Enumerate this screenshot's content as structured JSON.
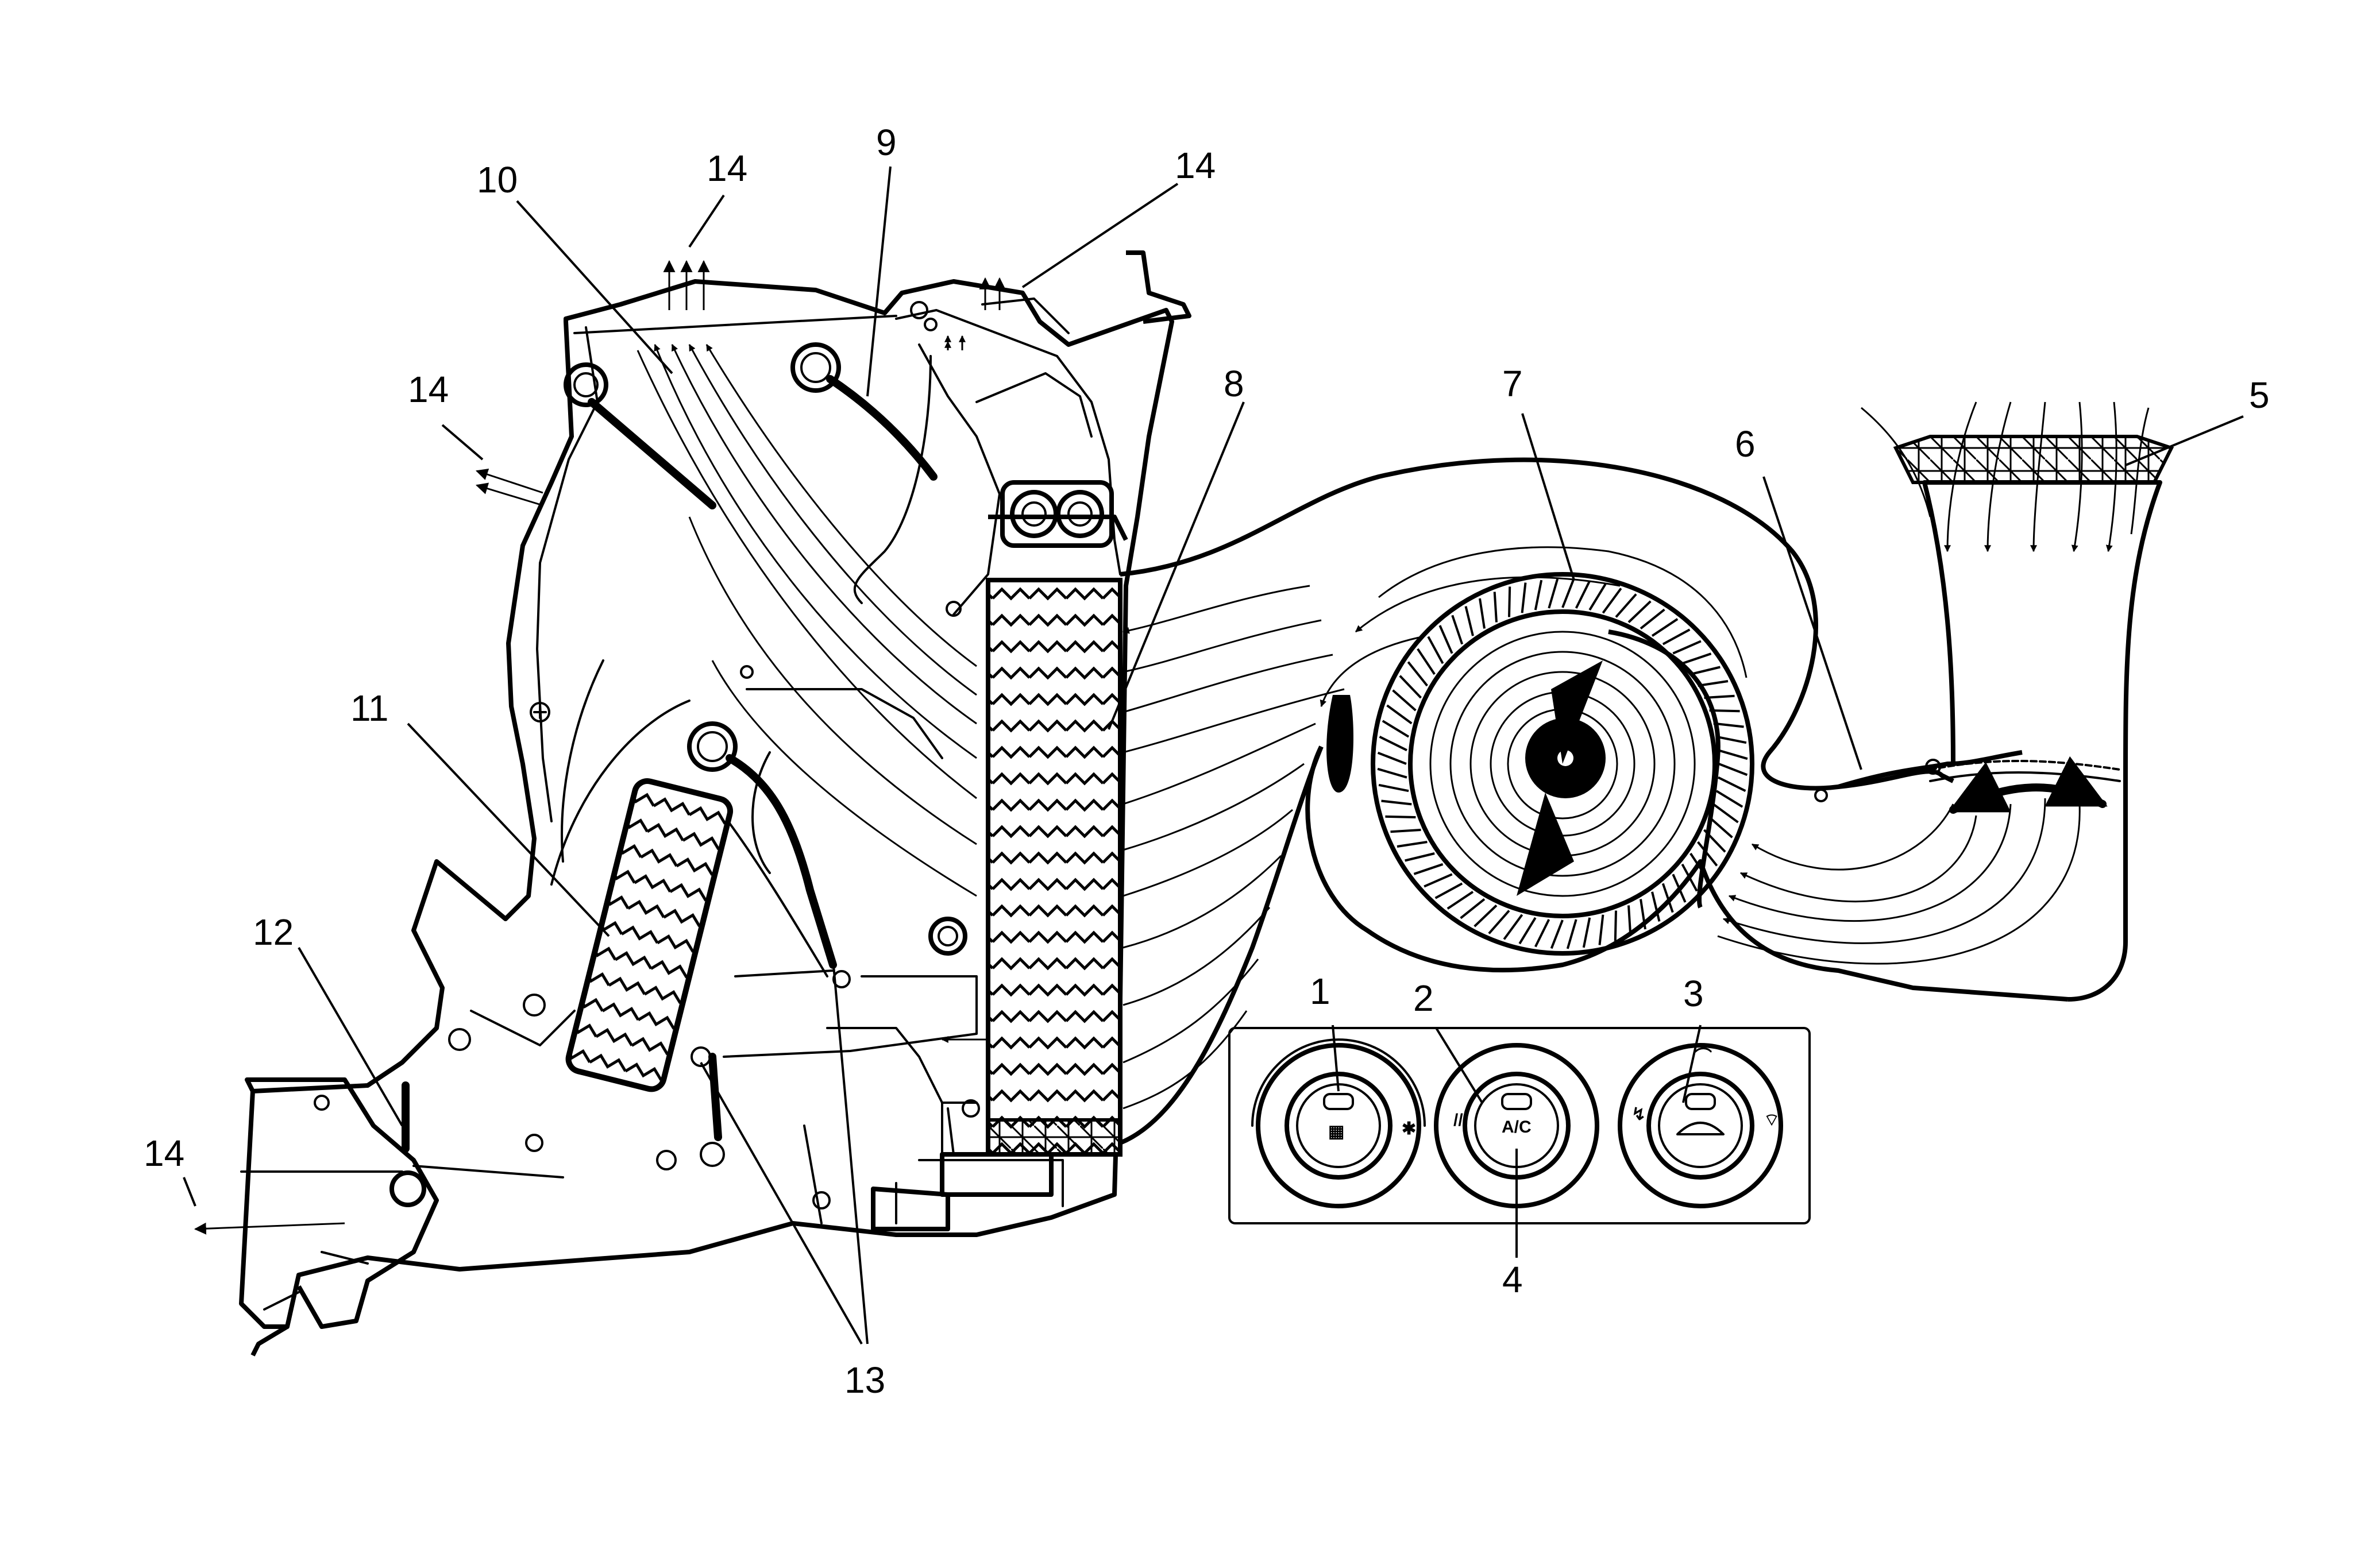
{
  "callouts": {
    "c1": "1",
    "c2": "2",
    "c3": "3",
    "c4": "4",
    "c5": "5",
    "c6": "6",
    "c7": "7",
    "c8": "8",
    "c9": "9",
    "c10": "10",
    "c11": "11",
    "c12": "12",
    "c13": "13",
    "c14a": "14",
    "c14b": "14",
    "c14c": "14",
    "c14d": "14"
  },
  "controls": {
    "ac_label": "A/C"
  },
  "icons": {
    "rear_defrost": "rear-defrost-icon",
    "fan": "fan-icon",
    "recirculation": "recirculation-icon",
    "vent_mode": "vent-mode-icon",
    "floor_mode": "floor-mode-icon",
    "defrost_mode": "windshield-defrost-icon"
  }
}
